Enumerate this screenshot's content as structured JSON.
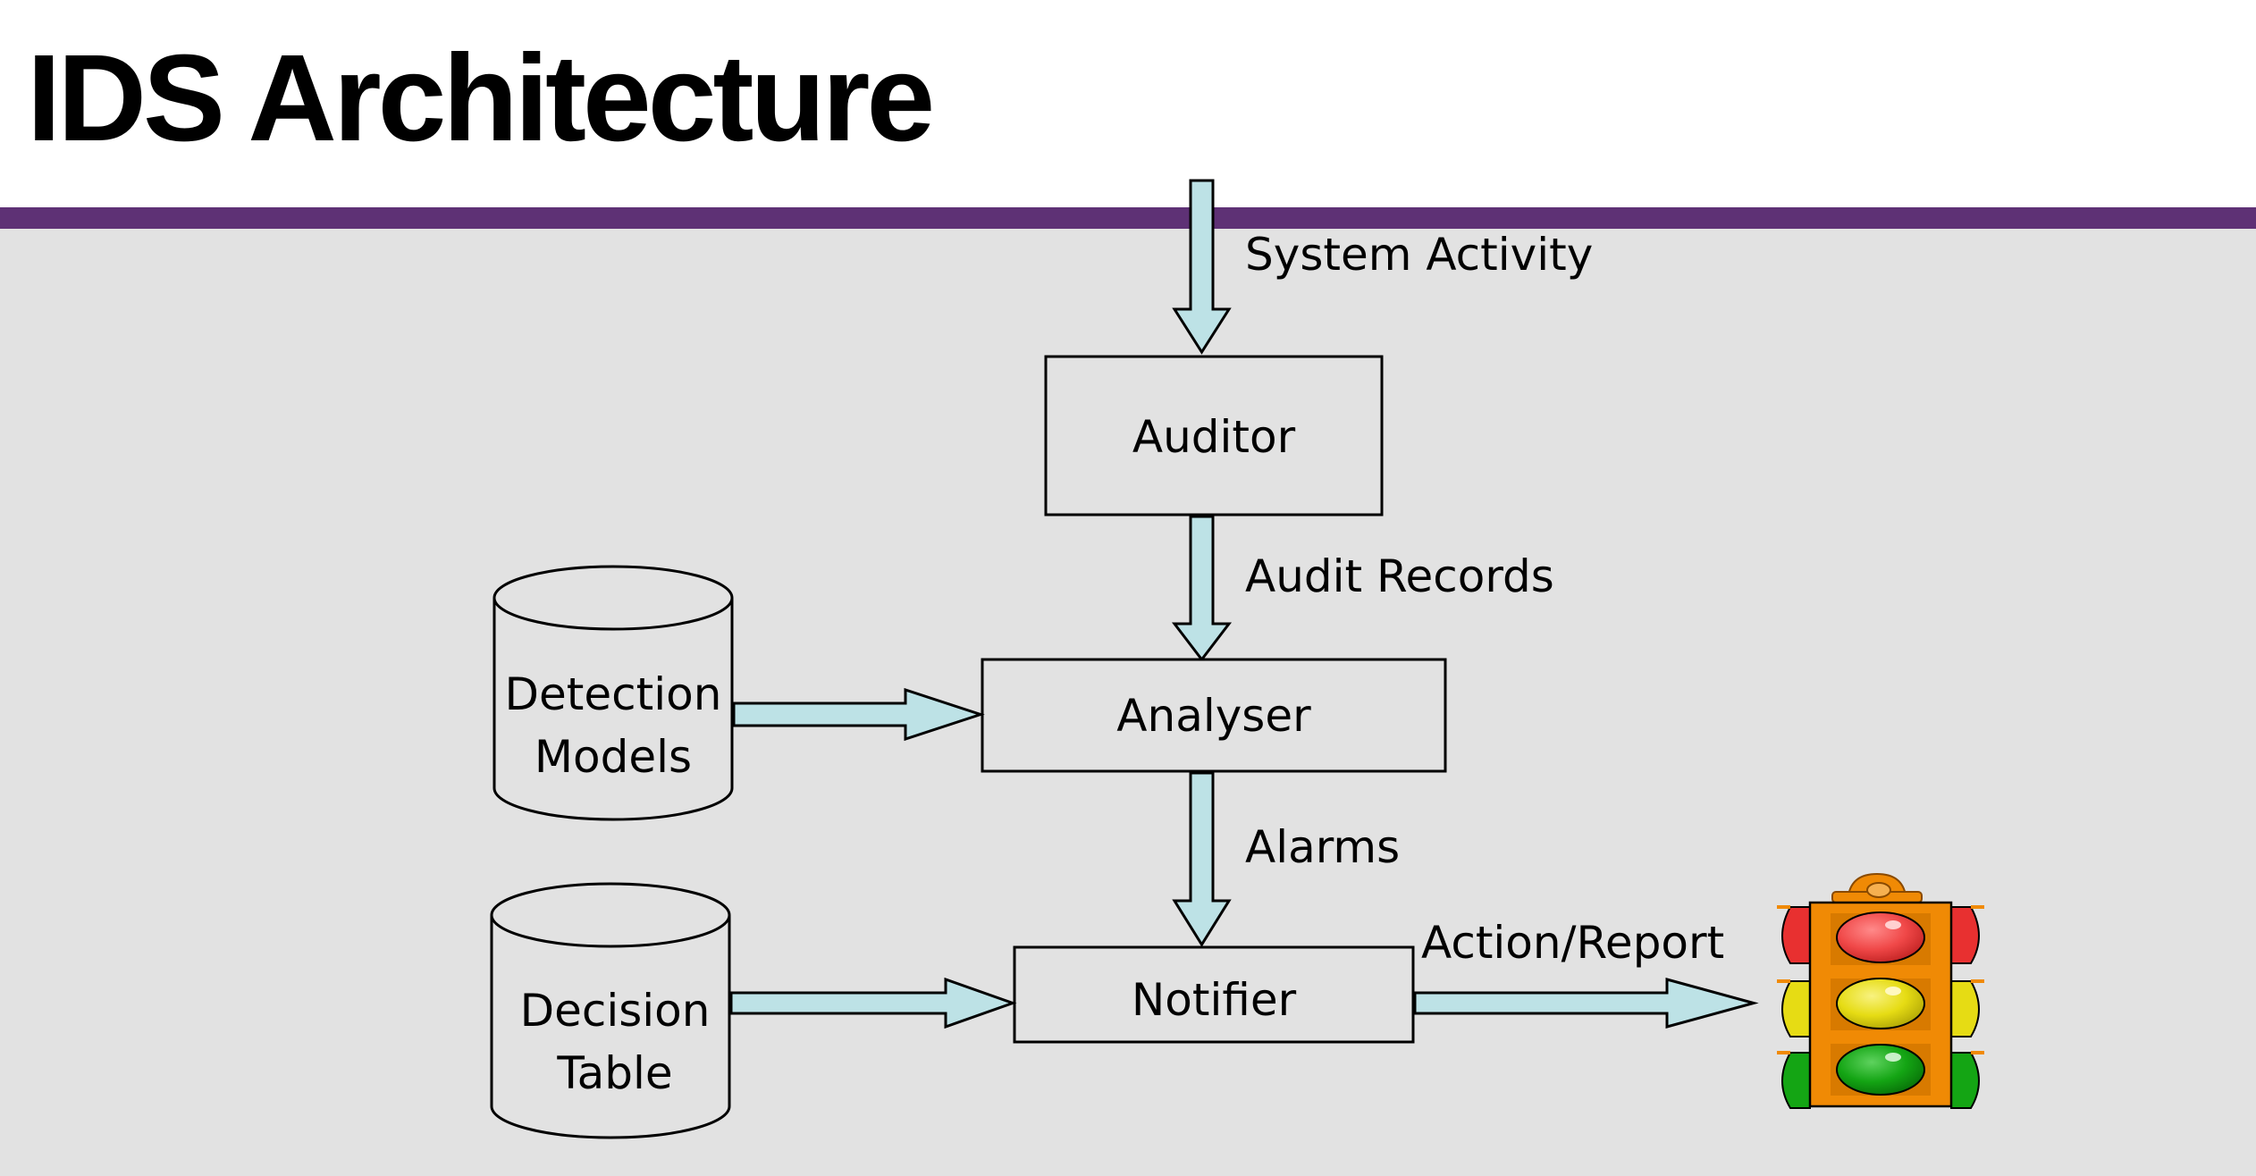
{
  "slide": {
    "title": "IDS Architecture"
  },
  "nodes": {
    "auditor": "Auditor",
    "analyser": "Analyser",
    "notifier": "Notifier",
    "detection_models": [
      "Detection",
      "Models"
    ],
    "decision_table": [
      "Decision",
      "Table"
    ]
  },
  "flows": {
    "system_activity": "System Activity",
    "audit_records": "Audit Records",
    "alarms": "Alarms",
    "action_report": "Action/Report"
  },
  "icons": {
    "traffic_light": "traffic-light-icon"
  },
  "colors": {
    "background": "#e2e2e2",
    "title_rule": "#5e3175",
    "arrow_fill": "#bde2e6",
    "traffic_light_body": "#f08a05",
    "light_red": "#f04848",
    "light_yellow": "#e6dc14",
    "light_green": "#14a514"
  }
}
